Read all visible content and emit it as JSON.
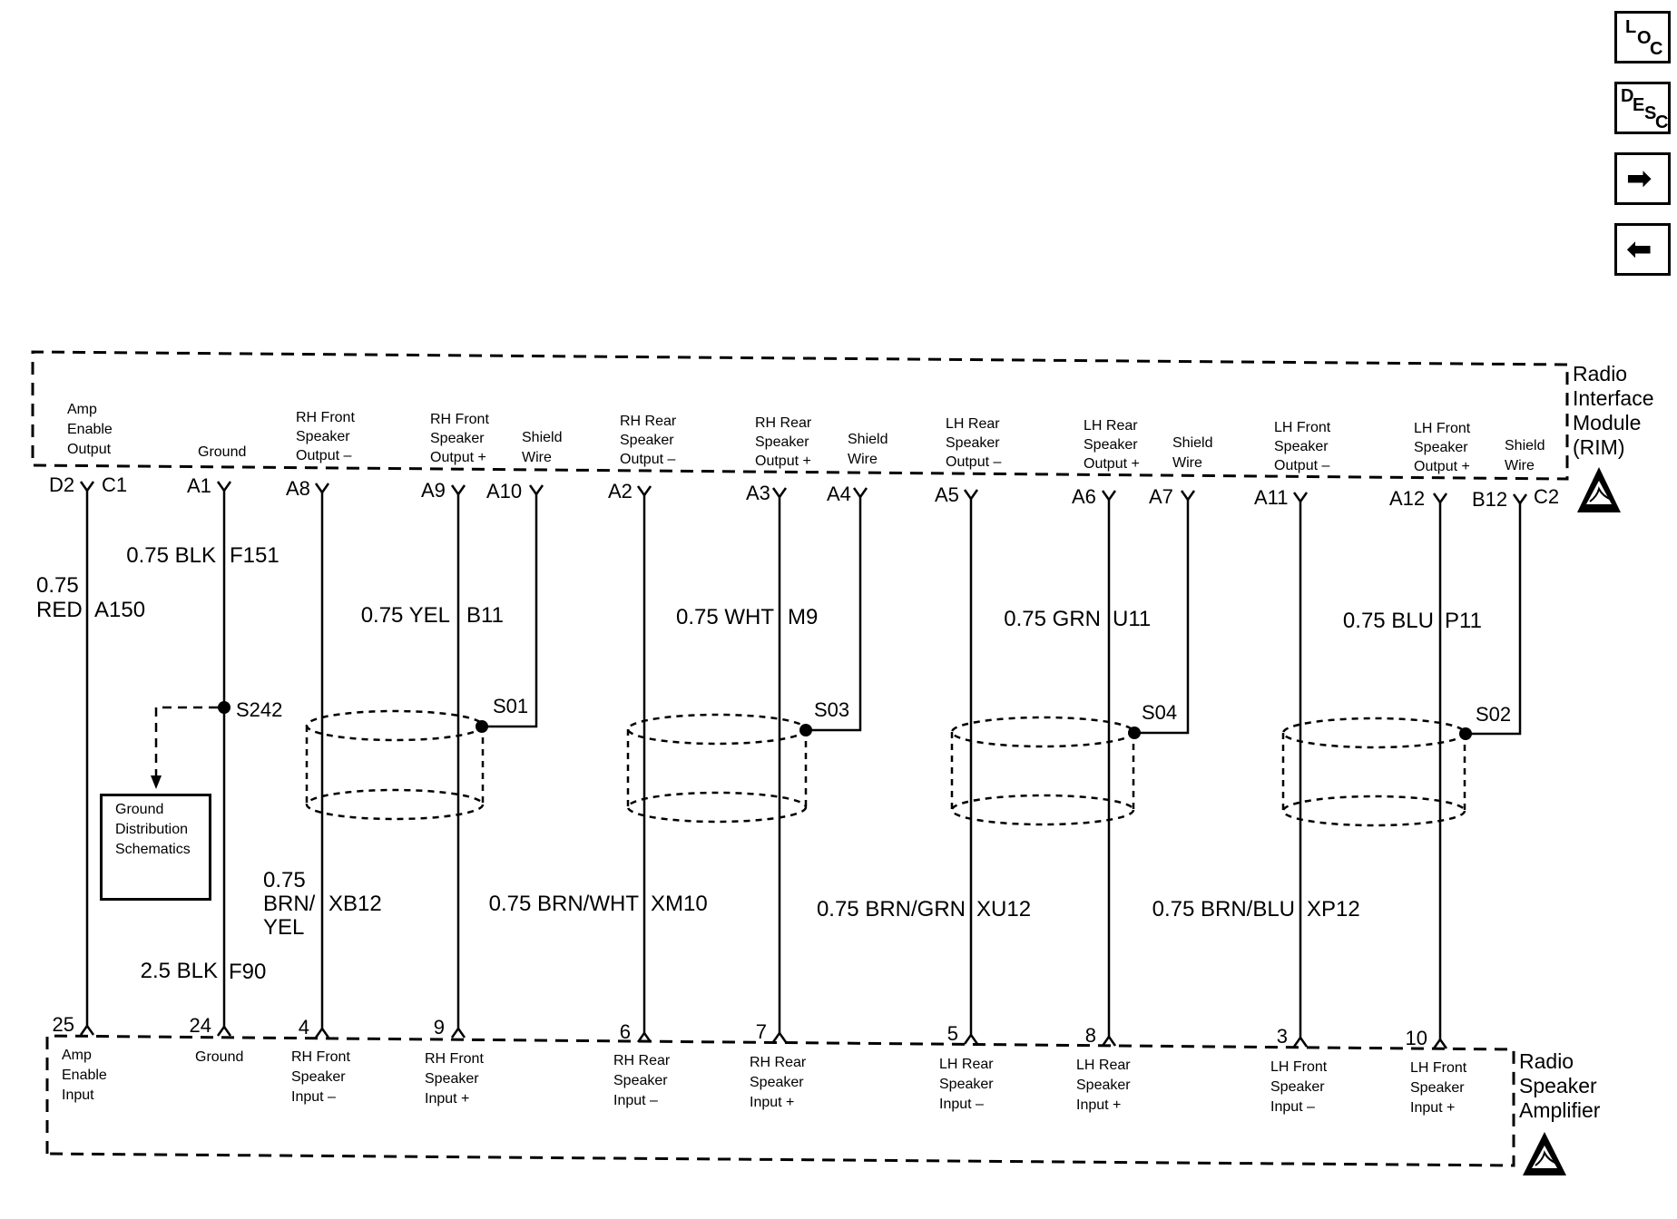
{
  "nav": {
    "loc": {
      "a": "L",
      "b": "O",
      "c": "C"
    },
    "desc": {
      "a": "D",
      "b": "E",
      "c": "S",
      "d": "C"
    },
    "next_glyph": "➡",
    "prev_glyph": "⬅"
  },
  "rim": {
    "title_lines": [
      "Radio",
      "Interface",
      "Module",
      "(RIM)"
    ]
  },
  "amp": {
    "title_lines": [
      "Radio",
      "Speaker",
      "Amplifier"
    ]
  },
  "ground_dist": {
    "lines": [
      "Ground",
      "Distribution",
      "Schematics"
    ]
  },
  "rim_labels": [
    [
      "Amp",
      "Enable",
      "Output"
    ],
    [
      "Ground"
    ],
    [
      "RH Front",
      "Speaker",
      "Output –"
    ],
    [
      "RH Front",
      "Speaker",
      "Output +"
    ],
    [
      "Shield",
      "Wire"
    ],
    [
      "RH Rear",
      "Speaker",
      "Output –"
    ],
    [
      "RH Rear",
      "Speaker",
      "Output +"
    ],
    [
      "Shield",
      "Wire"
    ],
    [
      "LH Rear",
      "Speaker",
      "Output –"
    ],
    [
      "LH Rear",
      "Speaker",
      "Output +"
    ],
    [
      "Shield",
      "Wire"
    ],
    [
      "LH Front",
      "Speaker",
      "Output –"
    ],
    [
      "LH Front",
      "Speaker",
      "Output +"
    ],
    [
      "Shield",
      "Wire"
    ]
  ],
  "rim_pins": [
    "D2",
    "C1",
    "A1",
    "A8",
    "A9",
    "A10",
    "A2",
    "A3",
    "A4",
    "A5",
    "A6",
    "A7",
    "A11",
    "A12",
    "B12",
    "C2"
  ],
  "wire_labels": [
    [
      "0.75",
      "RED",
      "A150"
    ],
    [
      "0.75 BLK",
      "F151"
    ],
    [
      "0.75 YEL",
      "B11"
    ],
    [
      "0.75 WHT",
      "M9"
    ],
    [
      "0.75 GRN",
      "U11"
    ],
    [
      "0.75 BLU",
      "P11"
    ],
    [
      "2.5 BLK",
      "F90"
    ],
    [
      "0.75",
      "BRN/",
      "YEL",
      "XB12"
    ],
    [
      "0.75 BRN/WHT",
      "XM10"
    ],
    [
      "0.75 BRN/GRN",
      "XU12"
    ],
    [
      "0.75 BRN/BLU",
      "XP12"
    ]
  ],
  "splices": [
    "S242",
    "S01",
    "S03",
    "S04",
    "S02"
  ],
  "amp_pins": [
    "25",
    "24",
    "4",
    "9",
    "6",
    "7",
    "5",
    "8",
    "3",
    "10"
  ],
  "amp_labels": [
    [
      "Amp",
      "Enable",
      "Input"
    ],
    [
      "Ground"
    ],
    [
      "RH Front",
      "Speaker",
      "Input –"
    ],
    [
      "RH Front",
      "Speaker",
      "Input +"
    ],
    [
      "RH Rear",
      "Speaker",
      "Input –"
    ],
    [
      "RH Rear",
      "Speaker",
      "Input +"
    ],
    [
      "LH Rear",
      "Speaker",
      "Input –"
    ],
    [
      "LH Rear",
      "Speaker",
      "Input +"
    ],
    [
      "LH Front",
      "Speaker",
      "Input –"
    ],
    [
      "LH Front",
      "Speaker",
      "Input +"
    ]
  ]
}
